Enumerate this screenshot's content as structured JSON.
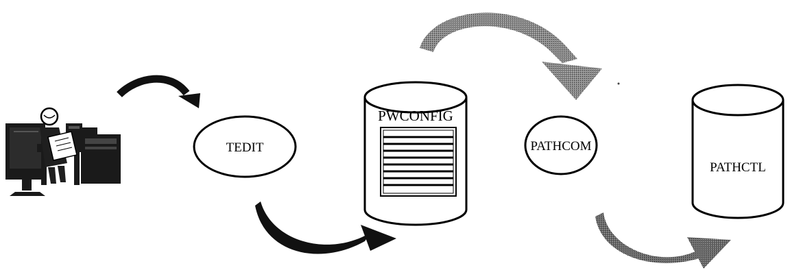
{
  "diagram": {
    "nodes": {
      "tedit": {
        "label": "TEDIT"
      },
      "pwconfig": {
        "label": "PWCONFIG"
      },
      "pathcom": {
        "label": "PATHCOM"
      },
      "pathctl": {
        "label": "PATHCTL"
      }
    },
    "colors": {
      "outline": "#000000",
      "arrow_solid": "#111111",
      "arrow_gray": "#6e6e6e",
      "background": "#ffffff"
    },
    "icons": [
      "user-at-workstation-icon"
    ]
  }
}
